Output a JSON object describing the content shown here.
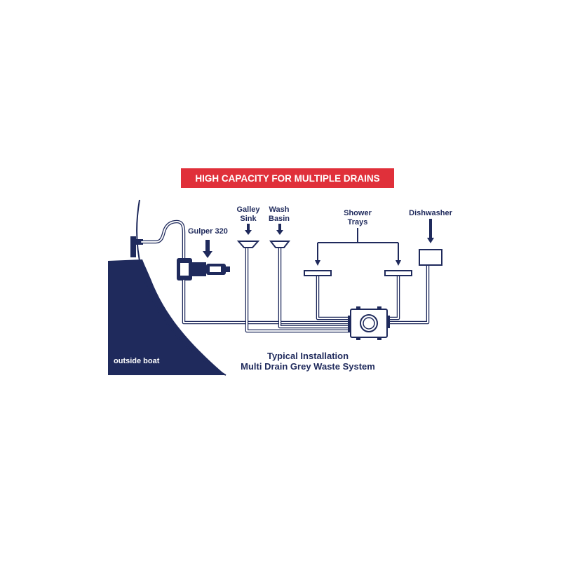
{
  "banner": {
    "text": "HIGH CAPACITY FOR MULTIPLE DRAINS",
    "color": "#e0303a"
  },
  "labels": {
    "pump": "Gulper 320",
    "galley_sink_line1": "Galley",
    "galley_sink_line2": "Sink",
    "wash_basin_line1": "Wash",
    "wash_basin_line2": "Basin",
    "shower_trays_line1": "Shower",
    "shower_trays_line2": "Trays",
    "dishwasher": "Dishwasher",
    "outside_boat": "outside boat"
  },
  "caption": {
    "line1": "Typical Installation",
    "line2": "Multi Drain Grey Waste System"
  },
  "colors": {
    "navy": "#1f2a5c",
    "background": "#ffffff"
  }
}
